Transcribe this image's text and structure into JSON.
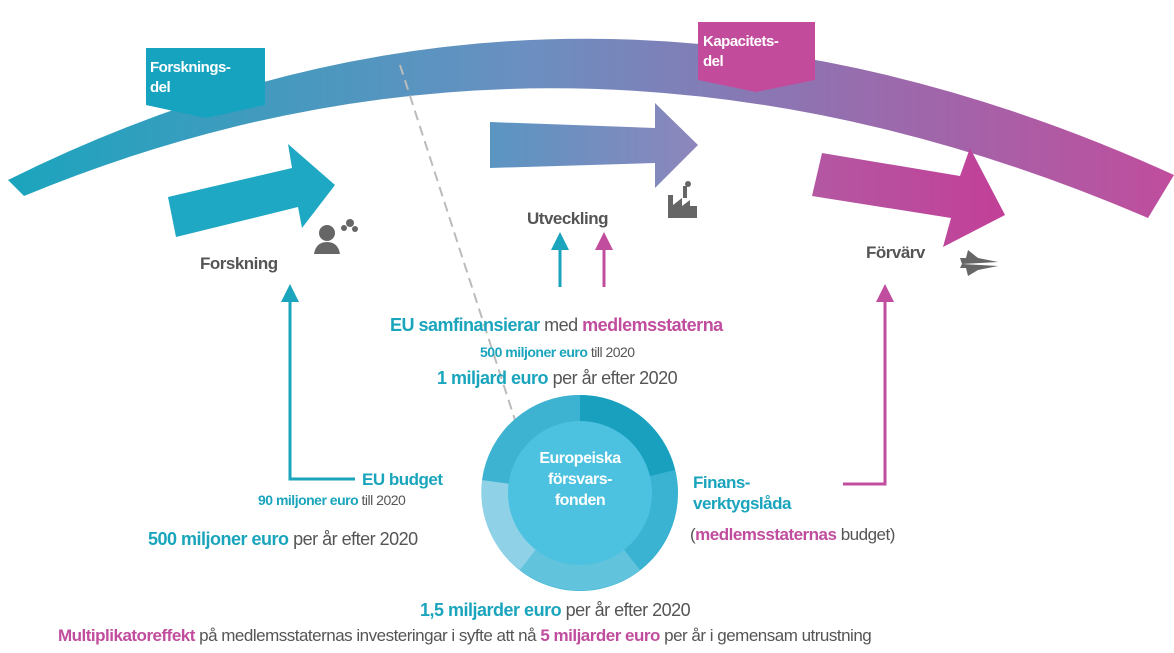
{
  "tags": {
    "research": [
      "Forsknings-",
      "del"
    ],
    "capacity": [
      "Kapacitets-",
      "del"
    ]
  },
  "phases": {
    "research": "Forskning",
    "development": "Utveckling",
    "acquisition": "Förvärv"
  },
  "cofinance": {
    "eu": "EU samfinansierar",
    "med": "med",
    "states": "medlemsstaterna",
    "line2_amount": "500 miljoner euro",
    "line2_rest": "till 2020",
    "line3_amount": "1 miljard euro",
    "line3_rest": "per år efter 2020"
  },
  "eu_budget": {
    "title": "EU budget",
    "amount1": "90 miljoner euro",
    "rest1": "till 2020",
    "amount2": "500 miljoner euro",
    "rest2": "per år efter 2020"
  },
  "fund": [
    "Europeiska",
    "försvars-",
    "fonden"
  ],
  "toolbox": {
    "title1": "Finans-",
    "title2": "verktygslåda",
    "open": "(",
    "states": "medlemsstaternas",
    "rest": "budget)"
  },
  "bottom": {
    "amount": "1,5 miljarder euro",
    "rest": "per år efter 2020",
    "mult": "Multiplikatoreffekt",
    "text": "på medlemsstaternas investeringar i syfte att nå",
    "amount2": "5 miljarder euro",
    "text2": "per år i gemensam utrustning"
  },
  "colors": {
    "teal": "#1aa5bd",
    "magenta": "#c04d9d",
    "grey": "#555555"
  }
}
